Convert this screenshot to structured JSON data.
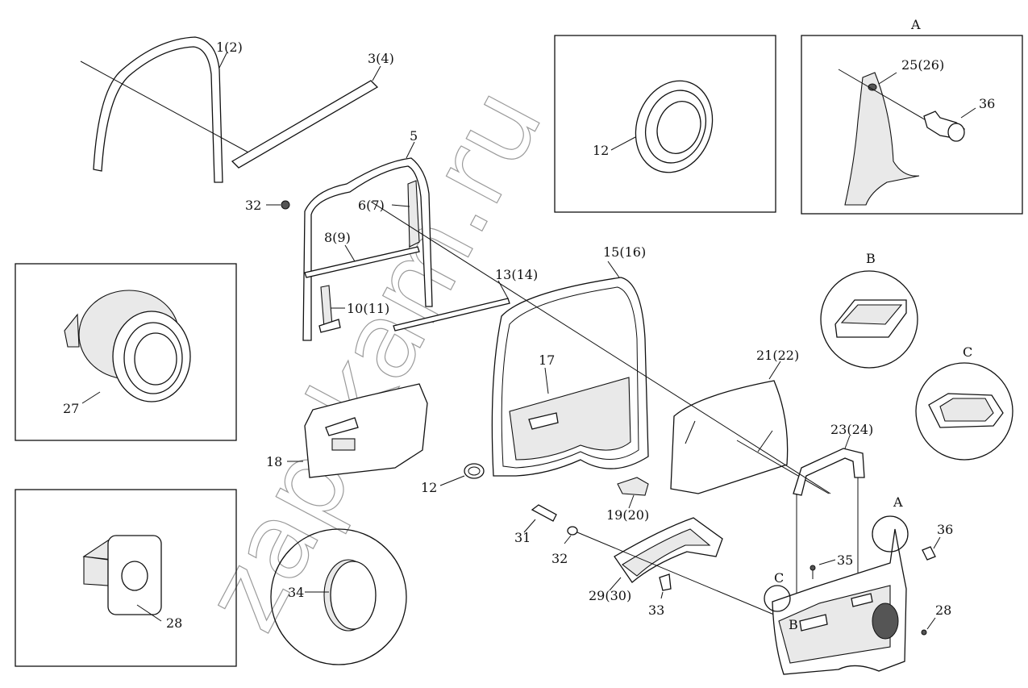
{
  "watermark": "zap-kam.ru",
  "callouts": {
    "c1": "1(2)",
    "c3": "3(4)",
    "c5": "5",
    "c6": "6(7)",
    "c8": "8(9)",
    "c10": "10(11)",
    "c12a": "12",
    "c12b": "12",
    "c13": "13(14)",
    "c15": "15(16)",
    "c17": "17",
    "c18": "18",
    "c19": "19(20)",
    "c21": "21(22)",
    "c23": "23(24)",
    "c25": "25(26)",
    "c27": "27",
    "c28a": "28",
    "c28b": "28",
    "c29": "29(30)",
    "c31": "31",
    "c32a": "32",
    "c32b": "32",
    "c33": "33",
    "c34": "34",
    "c35": "35",
    "c36a": "36",
    "c36b": "36"
  },
  "detail_labels": {
    "a_box": "A",
    "b_circle": "B",
    "c_circle": "C",
    "a_panel": "A",
    "b_panel": "B",
    "c_panel": "C"
  }
}
